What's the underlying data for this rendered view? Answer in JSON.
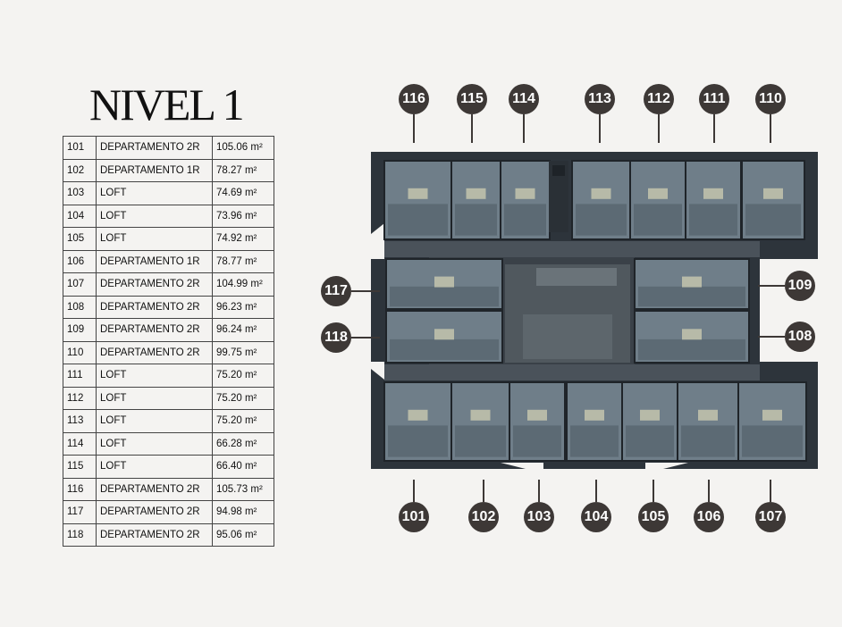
{
  "title": "NIVEL 1",
  "units": [
    {
      "num": "101",
      "type": "DEPARTAMENTO 2R",
      "area": "105.06 m²"
    },
    {
      "num": "102",
      "type": "DEPARTAMENTO 1R",
      "area": "78.27 m²"
    },
    {
      "num": "103",
      "type": "LOFT",
      "area": "74.69 m²"
    },
    {
      "num": "104",
      "type": "LOFT",
      "area": "73.96 m²"
    },
    {
      "num": "105",
      "type": "LOFT",
      "area": "74.92 m²"
    },
    {
      "num": "106",
      "type": "DEPARTAMENTO 1R",
      "area": "78.77 m²"
    },
    {
      "num": "107",
      "type": "DEPARTAMENTO 2R",
      "area": "104.99 m²"
    },
    {
      "num": "108",
      "type": "DEPARTAMENTO 2R",
      "area": "96.23 m²"
    },
    {
      "num": "109",
      "type": "DEPARTAMENTO 2R",
      "area": "96.24 m²"
    },
    {
      "num": "110",
      "type": "DEPARTAMENTO 2R",
      "area": "99.75 m²"
    },
    {
      "num": "111",
      "type": "LOFT",
      "area": "75.20 m²"
    },
    {
      "num": "112",
      "type": "LOFT",
      "area": "75.20 m²"
    },
    {
      "num": "113",
      "type": "LOFT",
      "area": "75.20 m²"
    },
    {
      "num": "114",
      "type": "LOFT",
      "area": "66.28 m²"
    },
    {
      "num": "115",
      "type": "LOFT",
      "area": "66.40 m²"
    },
    {
      "num": "116",
      "type": "DEPARTAMENTO 2R",
      "area": "105.73 m²"
    },
    {
      "num": "117",
      "type": "DEPARTAMENTO 2R",
      "area": "94.98 m²"
    },
    {
      "num": "118",
      "type": "DEPARTAMENTO 2R",
      "area": "95.06 m²"
    }
  ],
  "markers": {
    "top": [
      "116",
      "115",
      "114",
      "113",
      "112",
      "111",
      "110"
    ],
    "left": [
      "117",
      "118"
    ],
    "right": [
      "109",
      "108"
    ],
    "bottom": [
      "101",
      "102",
      "103",
      "104",
      "105",
      "106",
      "107"
    ]
  },
  "colors": {
    "background": "#f4f3f1",
    "marker": "#3d3836",
    "floor": "#3f4750",
    "room": "#6f7e89",
    "label_box": "#c9c9b0"
  }
}
